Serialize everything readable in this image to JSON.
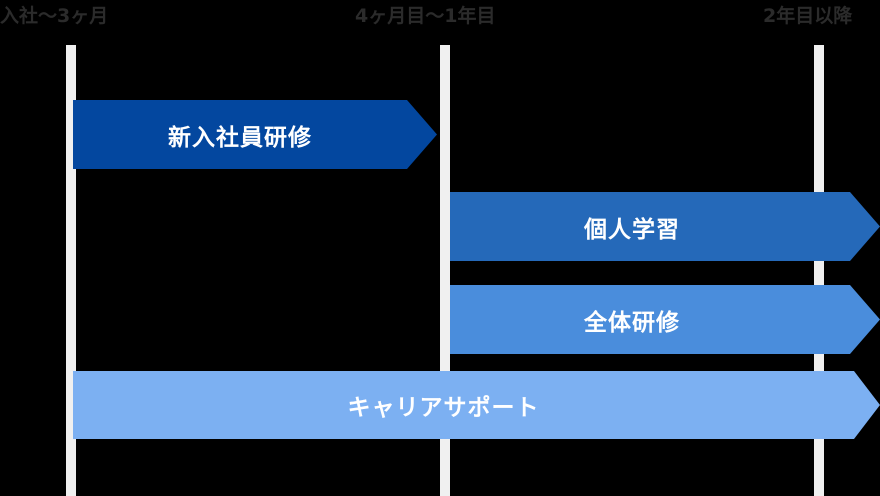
{
  "timeline": {
    "columns": [
      {
        "label": "入社〜3ヶ月"
      },
      {
        "label": "4ヶ月目〜1年目"
      },
      {
        "label": "2年目以降"
      }
    ],
    "bars": [
      {
        "label": "新入社員研修",
        "color": "#03479F",
        "spans": "入社〜3ヶ月"
      },
      {
        "label": "個人学習",
        "color": "#2569B9",
        "spans": "4ヶ月目〜2年目以降"
      },
      {
        "label": "全体研修",
        "color": "#4A8DDC",
        "spans": "4ヶ月目〜2年目以降"
      },
      {
        "label": "キャリアサポート",
        "color": "#7CB0F2",
        "spans": "入社〜2年目以降"
      }
    ],
    "colors": {
      "background": "#000000",
      "divider": "#f0f0f0",
      "header_text": "#2b2b2b",
      "bar_text": "#ffffff"
    }
  }
}
